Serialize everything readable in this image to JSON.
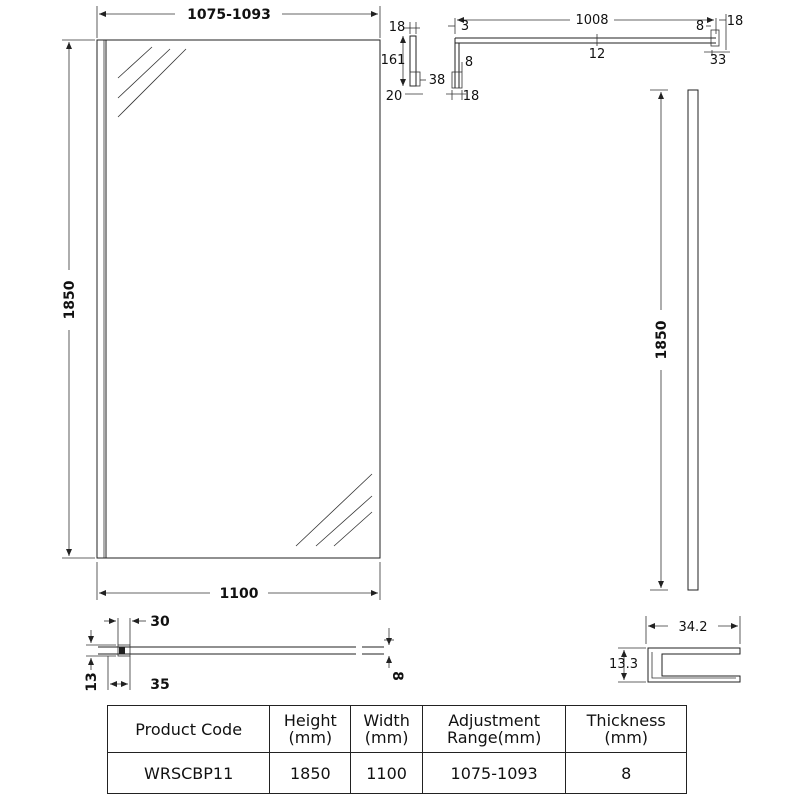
{
  "front_view": {
    "dim_top": "1075-1093",
    "dim_left": "1850",
    "dim_bottom": "1100"
  },
  "wall_channel_detail": {
    "dim_top": "18",
    "dim_left": "161",
    "dim_right": "38",
    "dim_bottom": "20"
  },
  "top_view": {
    "dim_length": "1008",
    "dim_left": "3",
    "dim_mid": "12",
    "dim_right_a": "8",
    "dim_right_b": "18",
    "dim_right_c": "33",
    "dim_lower_a": "8",
    "dim_lower_b": "18"
  },
  "side_view": {
    "dim_height": "1850"
  },
  "plan_section": {
    "dim_top": "30",
    "dim_left": "13",
    "dim_bottom": "35",
    "dim_right": "8"
  },
  "profile_detail": {
    "dim_width": "34.2",
    "dim_height": "13.3"
  },
  "table": {
    "headers": [
      [
        "Product Code",
        ""
      ],
      [
        "Height",
        "(mm)"
      ],
      [
        "Width",
        "(mm)"
      ],
      [
        "Adjustment",
        "Range(mm)"
      ],
      [
        "Thickness",
        "(mm)"
      ]
    ],
    "row": [
      "WRSCBP11",
      "1850",
      "1100",
      "1075-1093",
      "8"
    ]
  }
}
